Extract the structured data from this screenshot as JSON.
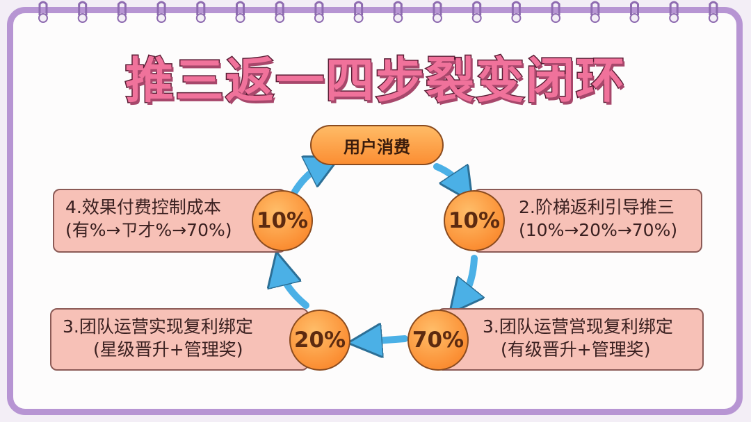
{
  "title": "推三返一四步裂变闭环",
  "top_node": "用户消费",
  "steps": [
    {
      "line1": "4.效果付费控制成本",
      "line2": "(有%→ㄗ才%→70%)",
      "percent": "10%"
    },
    {
      "line1": "2.阶梯返利引导推三",
      "line2": "(10%→20%→70%)",
      "percent": "10%"
    },
    {
      "line1": "3.团队运营实现复利绑定",
      "line2": "(星级晋升+管理奖)",
      "percent": "20%"
    },
    {
      "line1": "3.团队运营営现复利绑定",
      "line2": "(有级晋升+管理奖)",
      "percent": "70%"
    }
  ],
  "colors": {
    "frame": "#b795d3",
    "title": "#f0729b",
    "pill": "#f7c1b7",
    "circle": "#fb8f34",
    "arrow": "#4bb0e6"
  }
}
